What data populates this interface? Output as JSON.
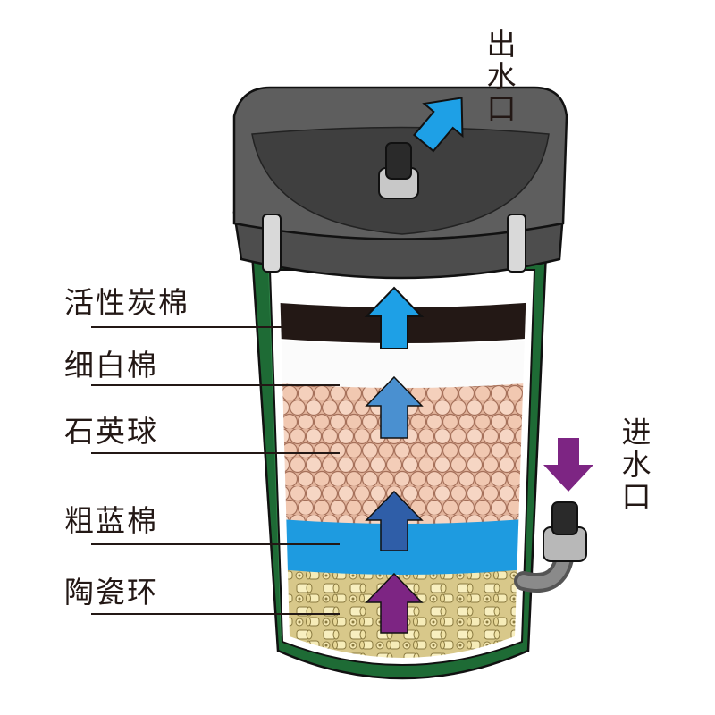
{
  "outlet_label": "出水口",
  "inlet_label": "进水口",
  "layers": [
    {
      "label": "活性炭棉"
    },
    {
      "label": "细白棉"
    },
    {
      "label": "石英球"
    },
    {
      "label": "粗蓝棉"
    },
    {
      "label": "陶瓷环"
    }
  ],
  "colors": {
    "housing_green": "#1e6b35",
    "lid_dark": "#4d4d4d",
    "lid_mid": "#5e5e5e",
    "carbon_black": "#231815",
    "ball_peach": "#f3cdb8",
    "coarse_blue": "#1e9be0",
    "ring_yellow": "#f6ecb8",
    "arrow_light_blue": "#1ea0e6",
    "arrow_mid_blue": "#4a90d0",
    "arrow_dark_blue": "#2f5ea8",
    "arrow_purple": "#7d2583"
  }
}
